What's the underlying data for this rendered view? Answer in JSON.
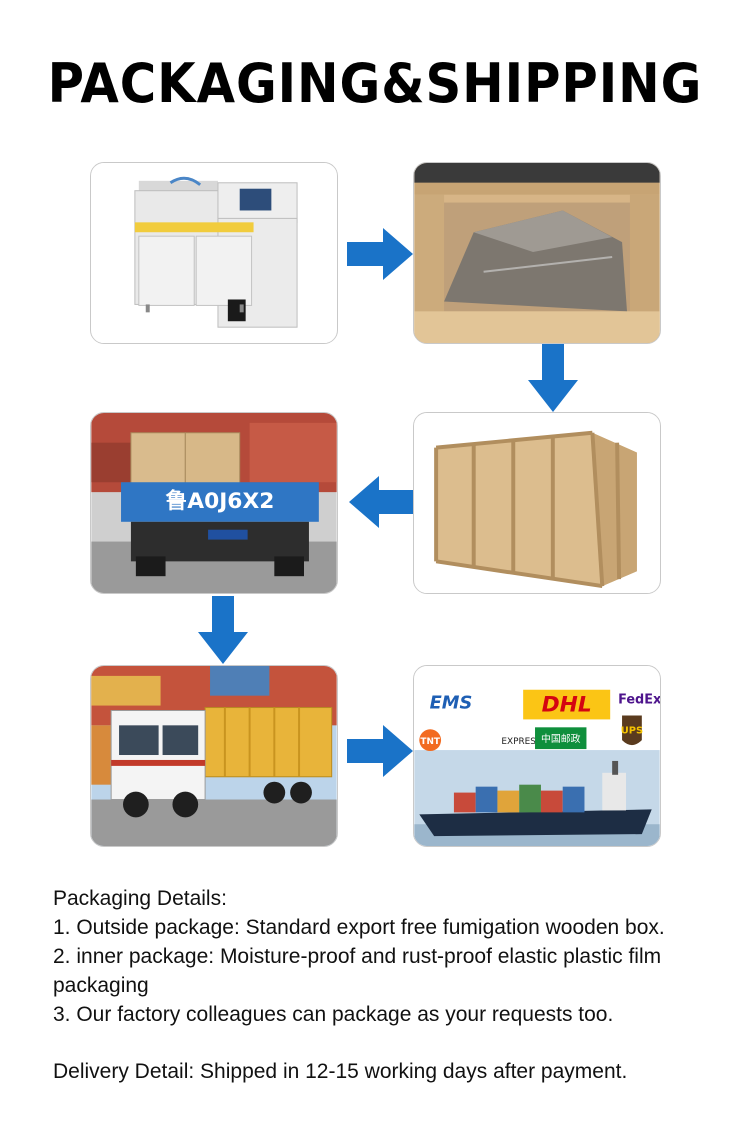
{
  "title": "PACKAGING&SHIPPING",
  "colors": {
    "arrow": "#1a73c8",
    "wood": "#d9b98a",
    "truck_blue": "#1f6fb8",
    "container_yellow": "#e8b43a"
  },
  "images": [
    {
      "name": "machine"
    },
    {
      "name": "film-wrapped-machine-in-crate"
    },
    {
      "name": "wooden-box"
    },
    {
      "name": "crates-on-truck",
      "plate": "鲁A0J6X2"
    },
    {
      "name": "container-truck"
    },
    {
      "name": "couriers-and-cargo-ship",
      "logos": [
        "EMS",
        "DHL",
        "FedEx",
        "TNT",
        "EXPRESS",
        "中国邮政",
        "UPS"
      ]
    }
  ],
  "packaging": {
    "heading": "Packaging Details",
    "items": [
      "1. Outside package: Standard export free fumigation wooden box.",
      "2. inner package: Moisture-proof and rust-proof elastic plastic film packaging",
      "3. Our factory colleagues can package as your requests too."
    ]
  },
  "delivery": {
    "label": "Delivery Detail",
    "text": "Shipped in 12-15 working days after payment."
  }
}
